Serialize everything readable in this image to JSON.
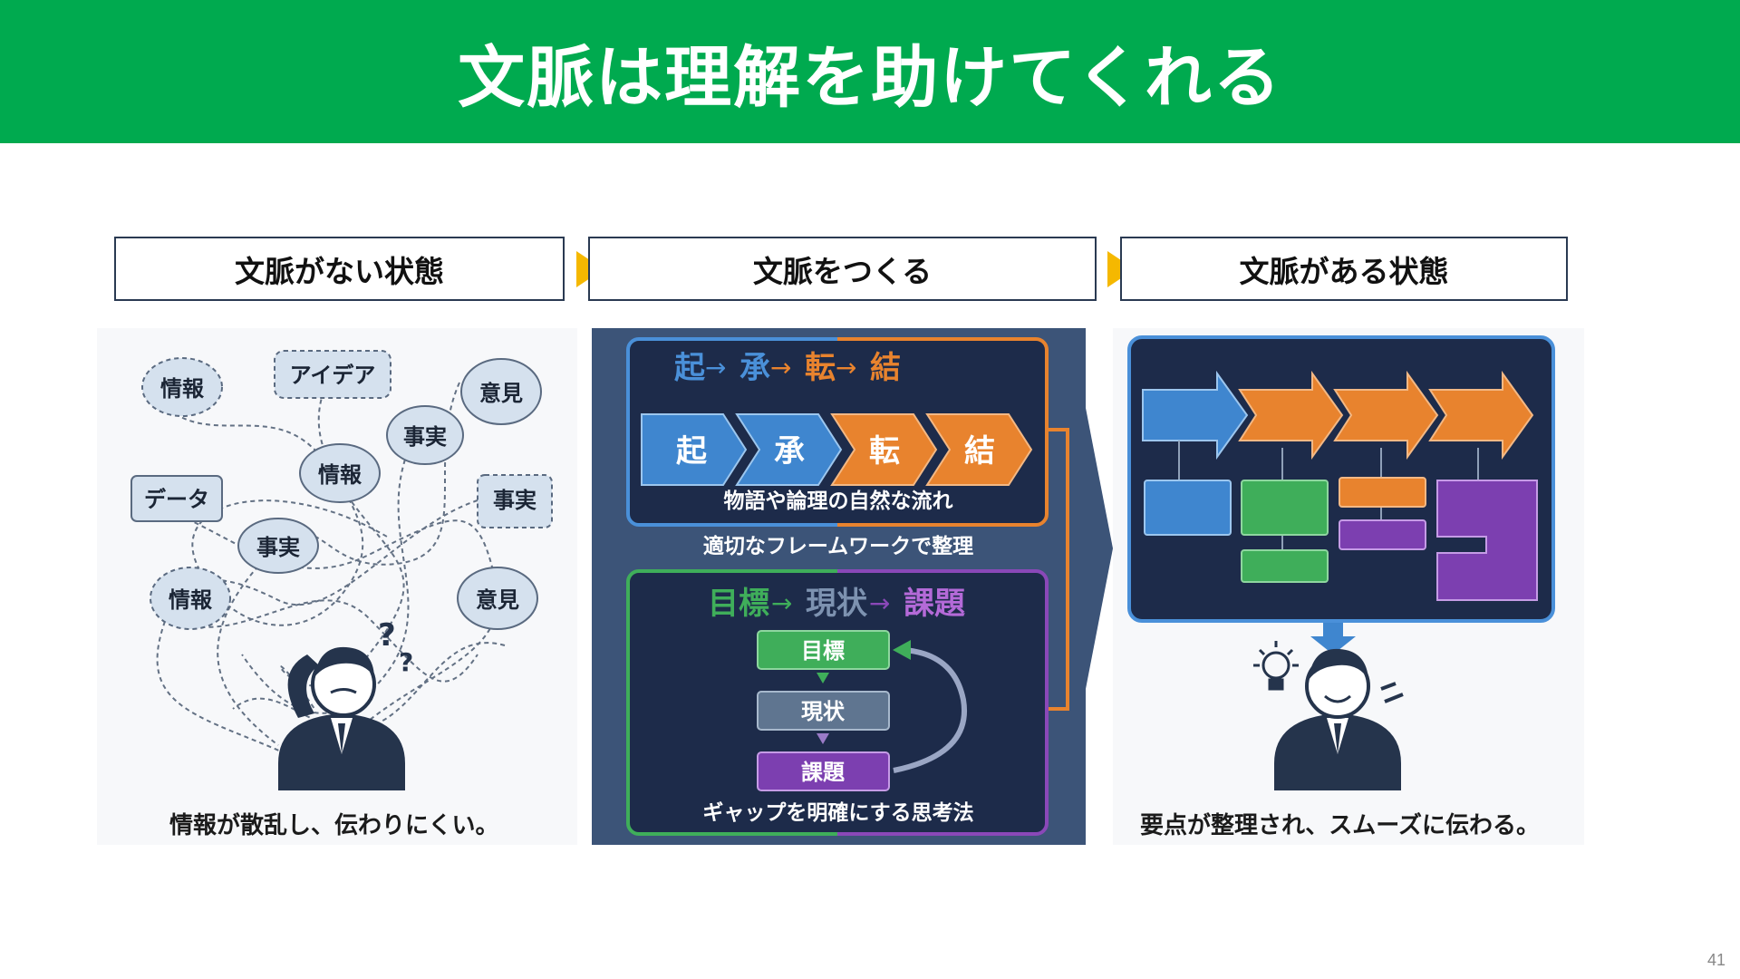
{
  "slide": {
    "title": "文脈は理解を助けてくれる",
    "page_number": "41",
    "accent_color": "#00AA4F",
    "arrow_color": "#F5B800"
  },
  "steps": [
    {
      "label": "文脈がない状態"
    },
    {
      "label": "文脈をつくる"
    },
    {
      "label": "文脈がある状態"
    }
  ],
  "left_panel": {
    "bubbles": [
      "情報",
      "アイデア",
      "意見",
      "事実",
      "情報",
      "データ",
      "事実",
      "事実",
      "情報",
      "意見"
    ],
    "caption": "情報が散乱し、伝わりにくい。"
  },
  "middle_panel": {
    "story": {
      "heading": [
        "起",
        "→",
        "承",
        "→",
        "転",
        "→",
        "結"
      ],
      "arrows": [
        "起",
        "承",
        "転",
        "結"
      ],
      "caption": "物語や論理の自然な流れ"
    },
    "framework_caption": "適切なフレームワークで整理",
    "gap": {
      "heading": [
        "目標",
        "→",
        "現状",
        "→",
        "課題"
      ],
      "boxes": [
        "目標",
        "現状",
        "課題"
      ],
      "caption": "ギャップを明確にする思考法"
    }
  },
  "right_panel": {
    "caption": "要点が整理され、スムーズに伝わる。"
  }
}
